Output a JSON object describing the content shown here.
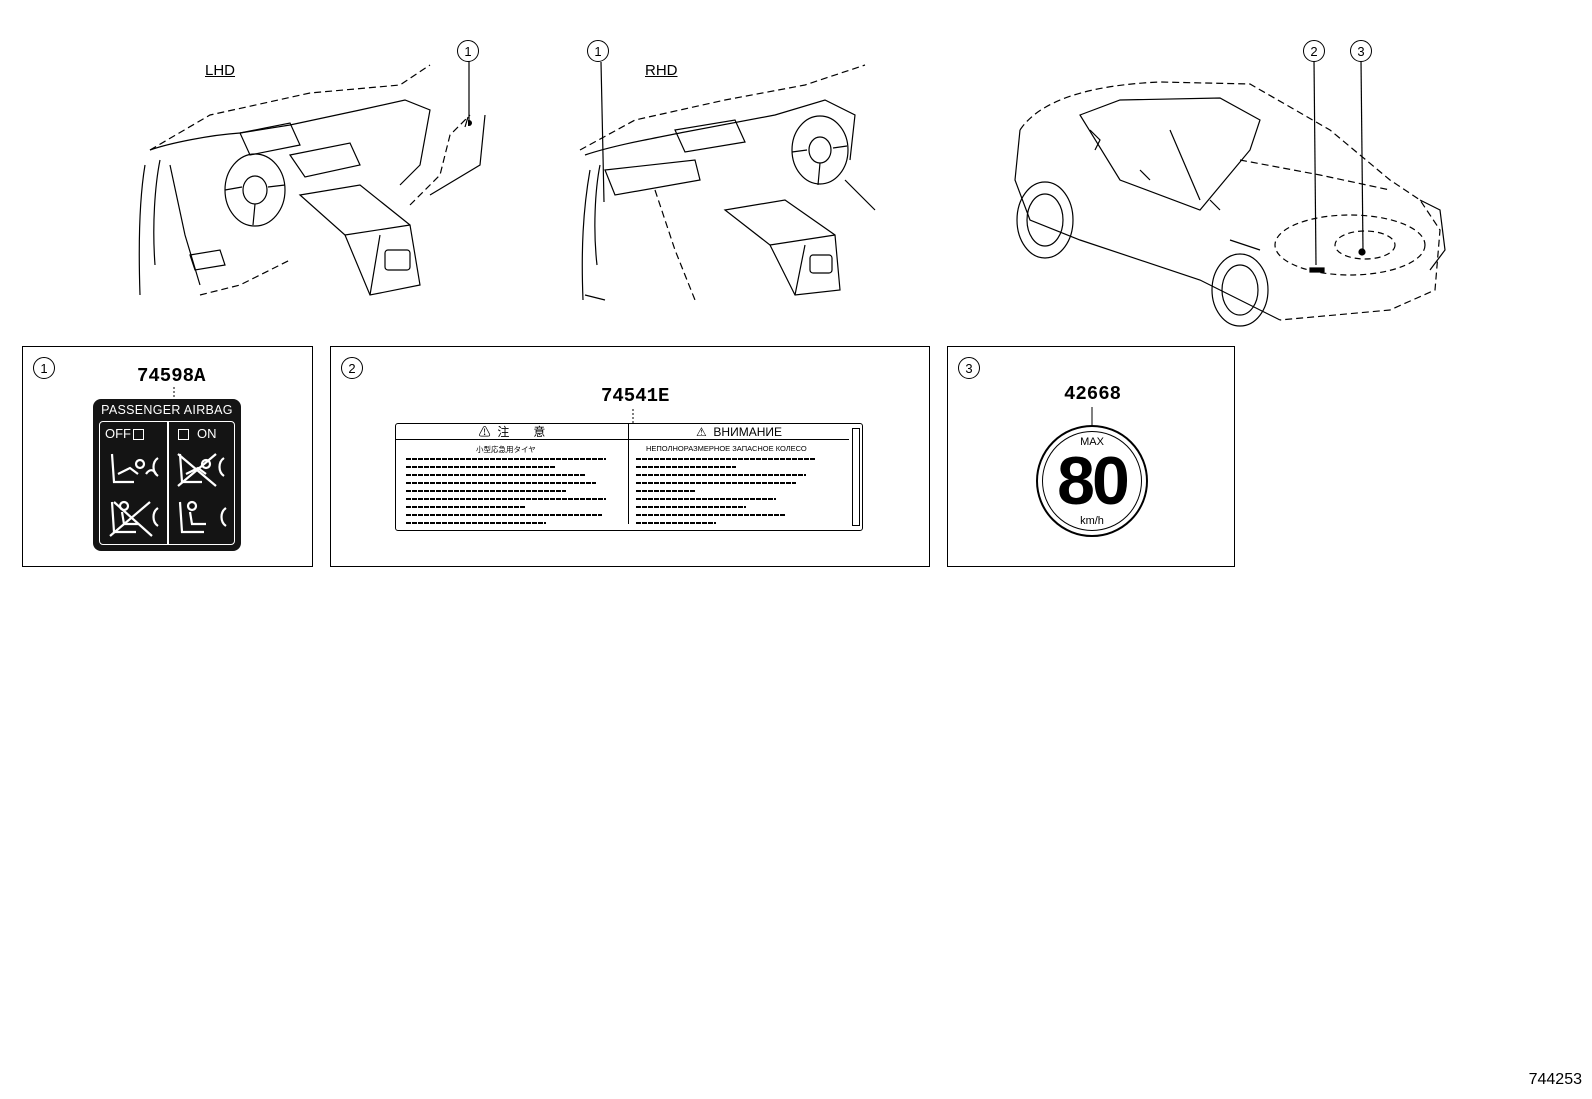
{
  "views": {
    "lhd_label": "LHD",
    "rhd_label": "RHD"
  },
  "callouts": {
    "lhd": "1",
    "rhd": "1",
    "car_2": "2",
    "car_3": "3"
  },
  "panels": [
    {
      "callout": "1",
      "part_number": "74598A"
    },
    {
      "callout": "2",
      "part_number": "74541E"
    },
    {
      "callout": "3",
      "part_number": "42668"
    }
  ],
  "airbag_label": {
    "title": "PASSENGER  AIRBAG",
    "off": "OFF",
    "on": "ON",
    "background": "#141414"
  },
  "caution_label": {
    "left_header": "注　　意",
    "right_header": "ВНИМАНИЕ",
    "left_subtitle": "小型応急用タイヤ",
    "right_subtitle": "НЕПОЛНОРАЗМЕРНОЕ ЗАПАСНОЕ КОЛЕСО"
  },
  "speed_sign": {
    "max_label": "MAX",
    "value": "80",
    "unit": "km/h"
  },
  "diagram_id": "744253"
}
